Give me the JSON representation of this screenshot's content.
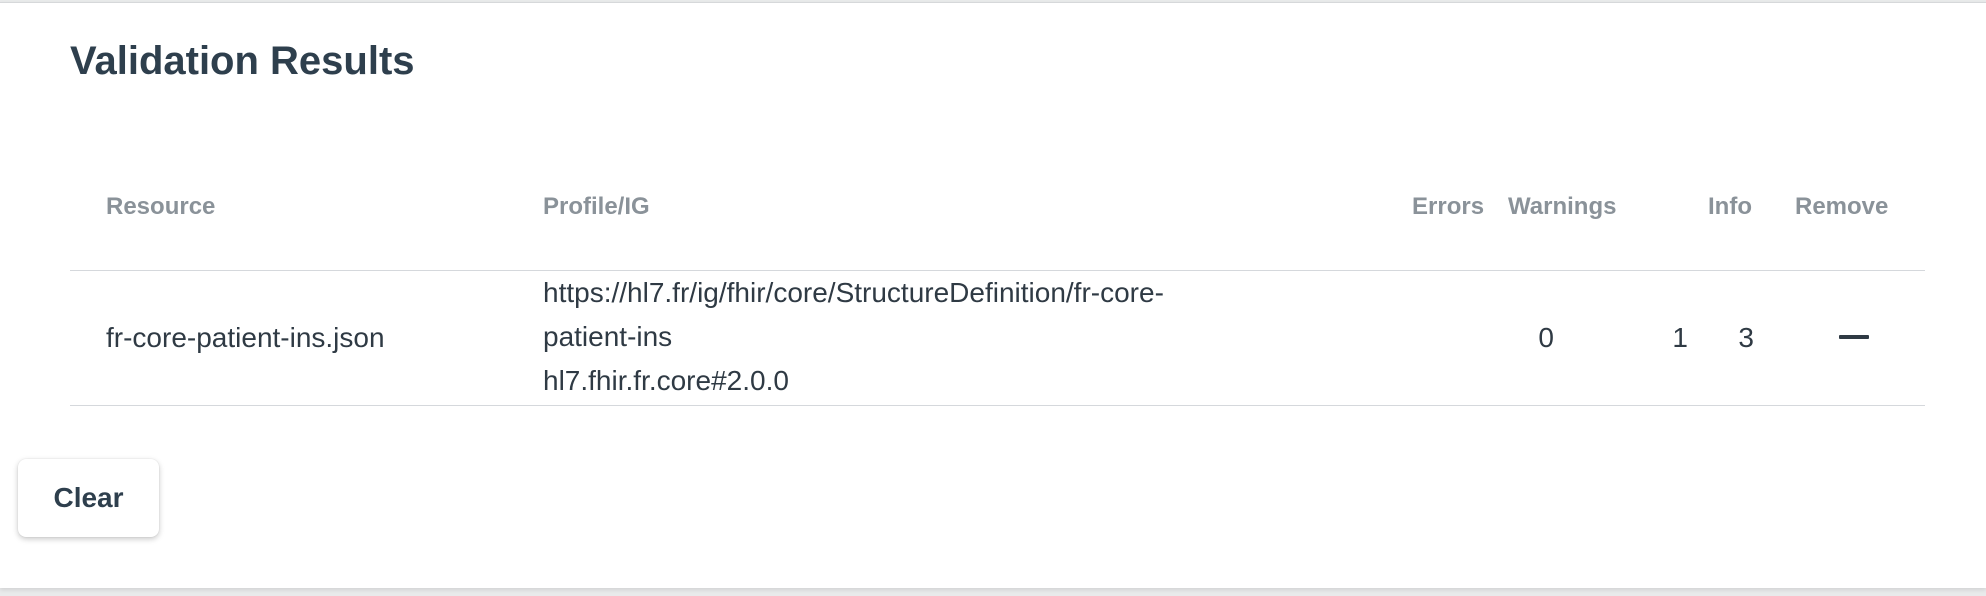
{
  "title": "Validation Results",
  "table": {
    "headers": {
      "resource": "Resource",
      "profile": "Profile/IG",
      "errors": "Errors",
      "warnings": "Warnings",
      "info": "Info",
      "remove": "Remove"
    },
    "rows": [
      {
        "resource": "fr-core-patient-ins.json",
        "profile_line1": "https://hl7.fr/ig/fhir/core/StructureDefinition/fr-core-",
        "profile_line2": "patient-ins",
        "ig": "hl7.fhir.fr.core#2.0.0",
        "errors": "0",
        "warnings": "1",
        "info": "3",
        "remove_icon": "minus-icon"
      }
    ]
  },
  "clear_label": "Clear"
}
